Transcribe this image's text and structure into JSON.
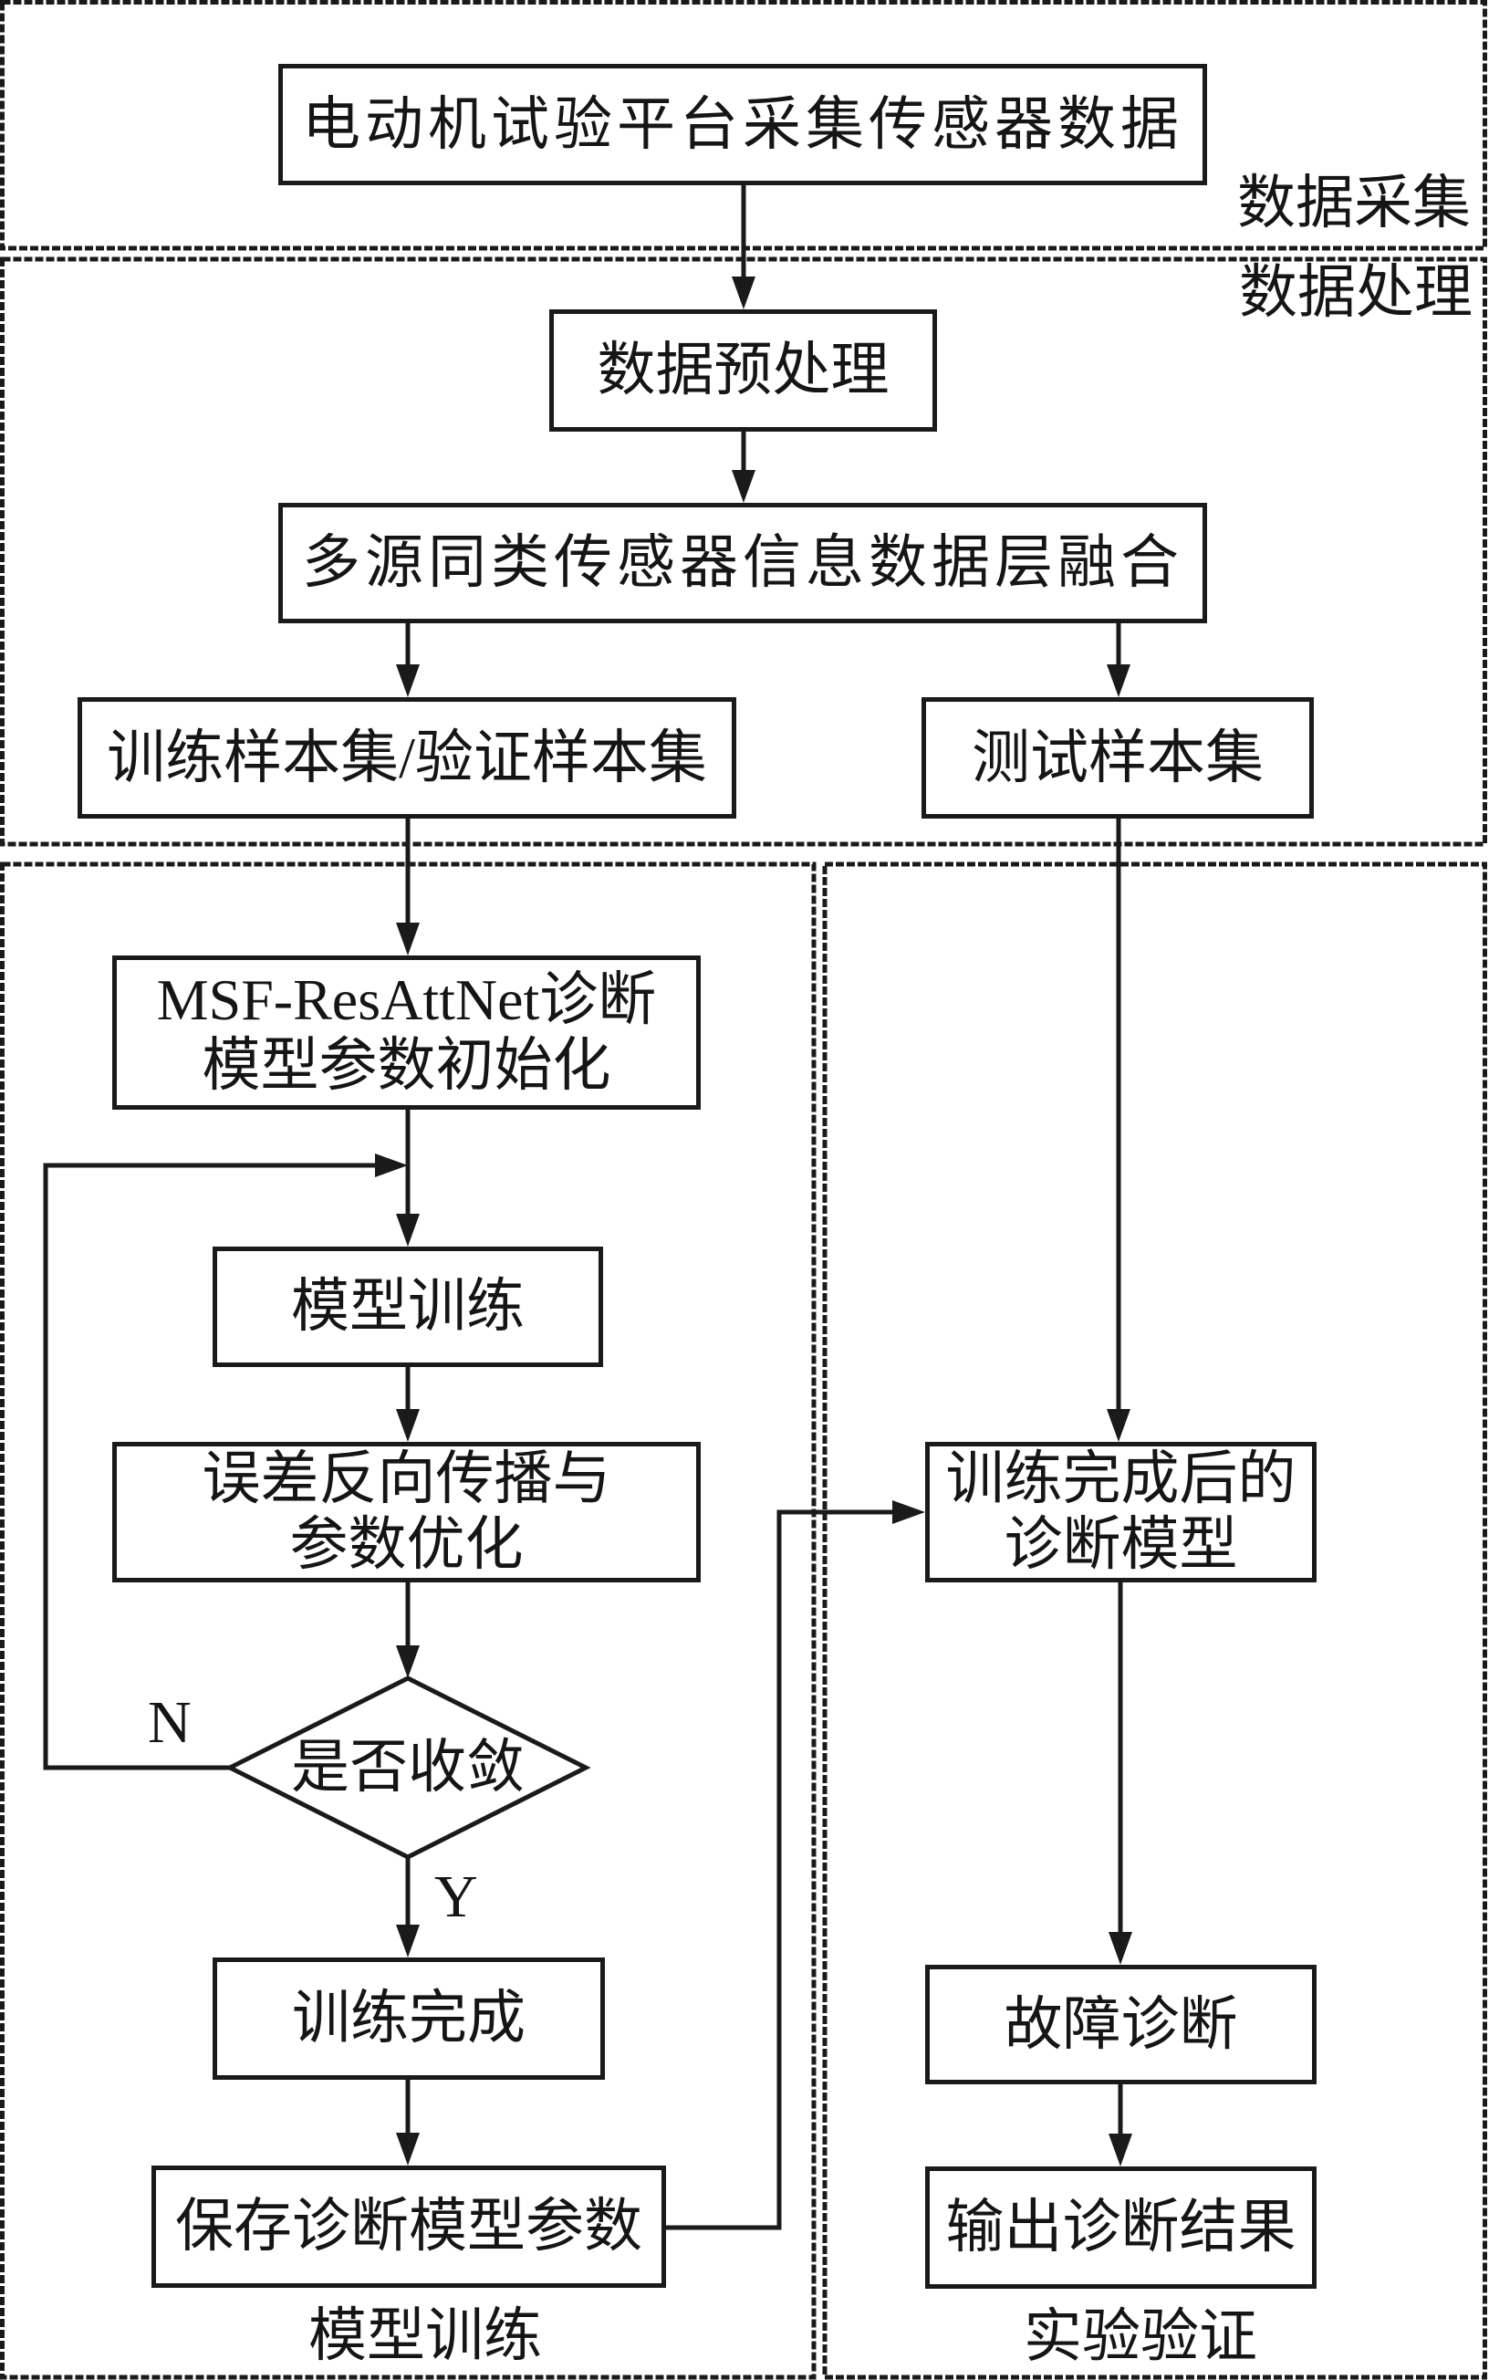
{
  "figure": {
    "type": "flowchart",
    "line_color": "#1a1a1a",
    "background": "#ffffff"
  },
  "regions": {
    "data_acquisition": {
      "label": "数据采集"
    },
    "data_processing": {
      "label": "数据处理"
    },
    "model_training": {
      "label": "模型训练"
    },
    "experimental_validation": {
      "label": "实验验证"
    }
  },
  "nodes": {
    "collect": {
      "shape": "rect",
      "region": "data_acquisition",
      "lines": [
        "电动机试验平台采集传感器数据"
      ]
    },
    "preprocess": {
      "shape": "rect",
      "region": "data_processing",
      "lines": [
        "数据预处理"
      ]
    },
    "fusion": {
      "shape": "rect",
      "region": "data_processing",
      "lines": [
        "多源同类传感器信息数据层融合"
      ]
    },
    "train_val_set": {
      "shape": "rect",
      "region": "data_processing",
      "lines": [
        "训练样本集/验证样本集"
      ]
    },
    "test_set": {
      "shape": "rect",
      "region": "data_processing",
      "lines": [
        "测试样本集"
      ]
    },
    "init": {
      "shape": "rect",
      "region": "model_training",
      "lines": [
        "MSF-ResAttNet诊断",
        "模型参数初始化"
      ]
    },
    "train": {
      "shape": "rect",
      "region": "model_training",
      "lines": [
        "模型训练"
      ]
    },
    "backprop": {
      "shape": "rect",
      "region": "model_training",
      "lines": [
        "误差反向传播与",
        "参数优化"
      ]
    },
    "converged": {
      "shape": "diamond",
      "region": "model_training",
      "lines": [
        "是否收敛"
      ]
    },
    "training_done": {
      "shape": "rect",
      "region": "model_training",
      "lines": [
        "训练完成"
      ]
    },
    "save_params": {
      "shape": "rect",
      "region": "model_training",
      "lines": [
        "保存诊断模型参数"
      ]
    },
    "trained_model": {
      "shape": "rect",
      "region": "experimental_validation",
      "lines": [
        "训练完成后的",
        "诊断模型"
      ]
    },
    "fault_diagnosis": {
      "shape": "rect",
      "region": "experimental_validation",
      "lines": [
        "故障诊断"
      ]
    },
    "output_result": {
      "shape": "rect",
      "region": "experimental_validation",
      "lines": [
        "输出诊断结果"
      ]
    }
  },
  "edges": [
    {
      "from": "collect",
      "to": "preprocess",
      "label": ""
    },
    {
      "from": "preprocess",
      "to": "fusion",
      "label": ""
    },
    {
      "from": "fusion",
      "to": "train_val_set",
      "label": ""
    },
    {
      "from": "fusion",
      "to": "test_set",
      "label": ""
    },
    {
      "from": "train_val_set",
      "to": "init",
      "label": ""
    },
    {
      "from": "test_set",
      "to": "trained_model",
      "label": ""
    },
    {
      "from": "init",
      "to": "train",
      "label": ""
    },
    {
      "from": "train",
      "to": "backprop",
      "label": ""
    },
    {
      "from": "backprop",
      "to": "converged",
      "label": ""
    },
    {
      "from": "converged",
      "to": "train",
      "label": "N"
    },
    {
      "from": "converged",
      "to": "training_done",
      "label": "Y"
    },
    {
      "from": "training_done",
      "to": "save_params",
      "label": ""
    },
    {
      "from": "save_params",
      "to": "trained_model",
      "label": ""
    },
    {
      "from": "trained_model",
      "to": "fault_diagnosis",
      "label": ""
    },
    {
      "from": "fault_diagnosis",
      "to": "output_result",
      "label": ""
    }
  ]
}
